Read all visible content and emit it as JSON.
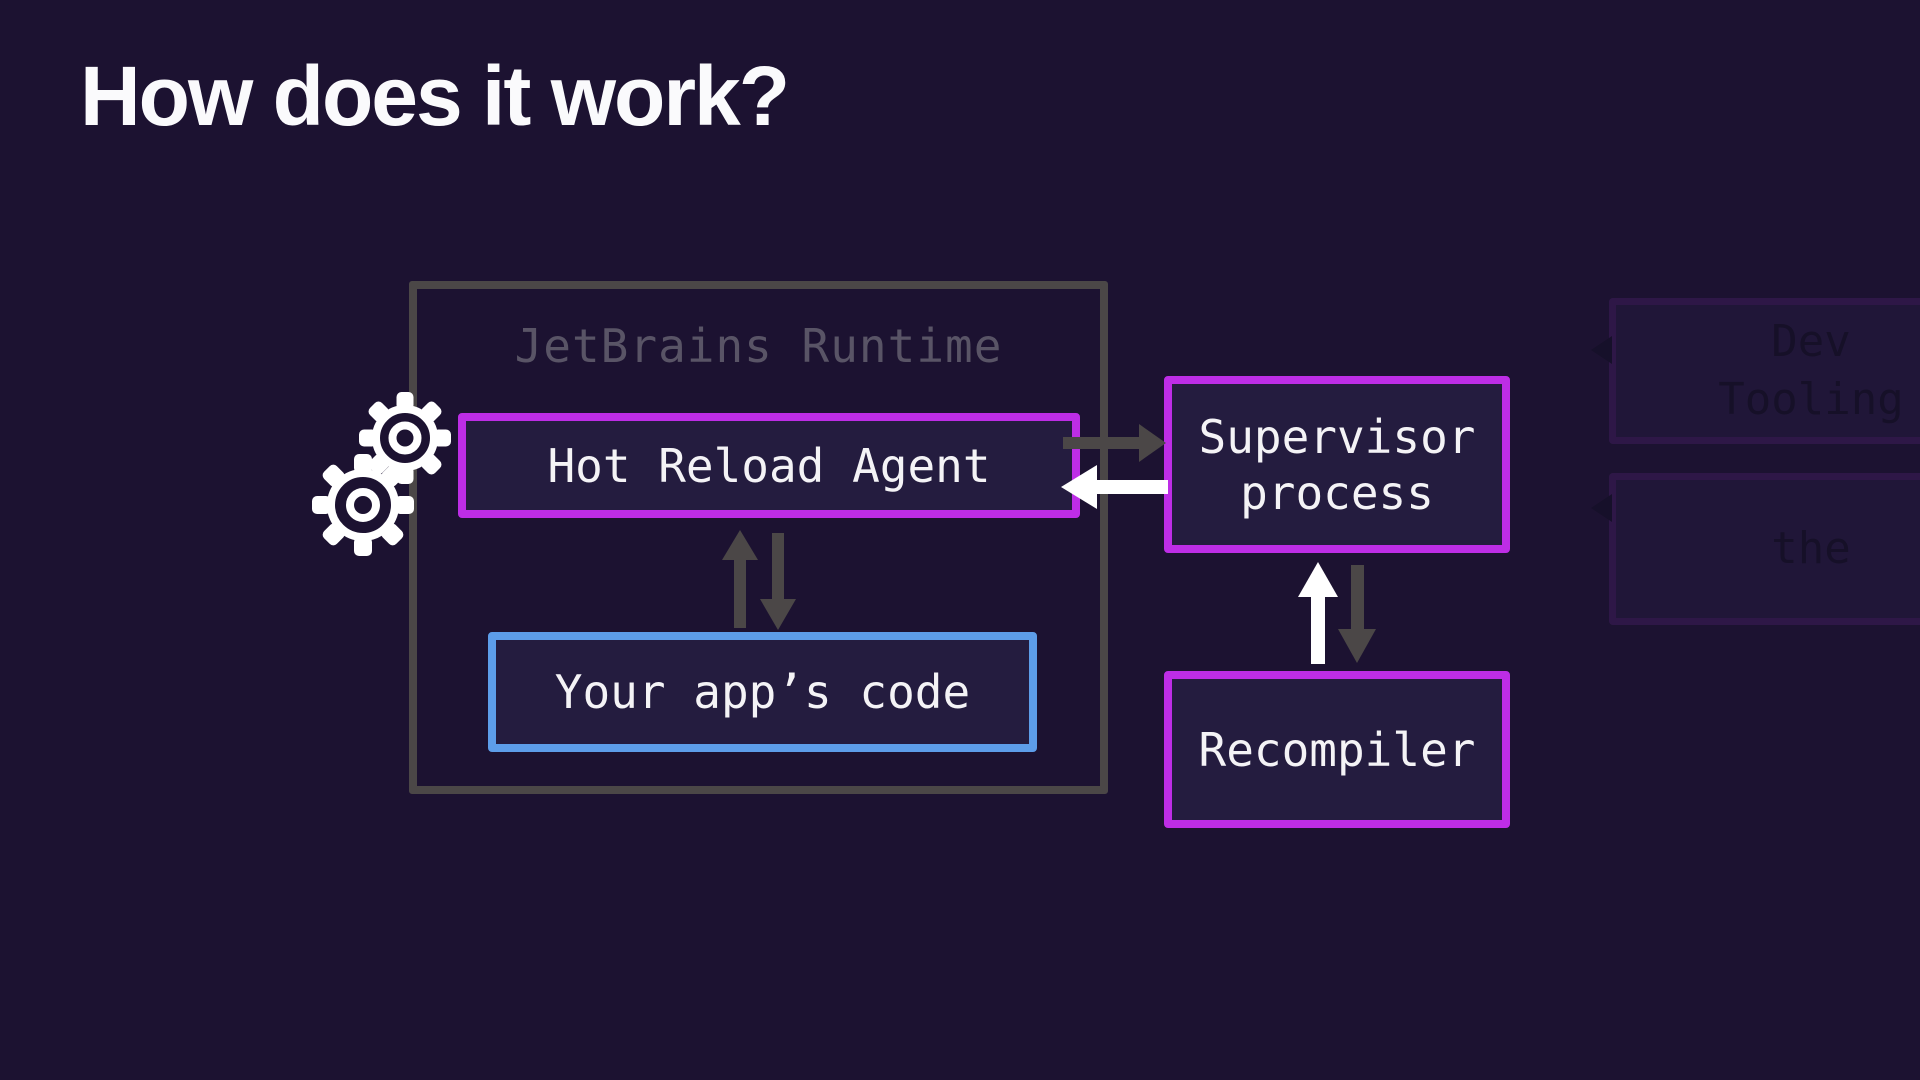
{
  "slide": {
    "title": "How does it work?"
  },
  "runtime": {
    "label": "JetBrains Runtime"
  },
  "nodes": {
    "hot_reload_agent": {
      "label": "Hot Reload Agent",
      "accent": "magenta"
    },
    "your_apps_code": {
      "label": "Your app’s code",
      "accent": "blue"
    },
    "supervisor": {
      "line1": "Supervisor",
      "line2": "process",
      "accent": "magenta"
    },
    "recompiler": {
      "label": "Recompiler",
      "accent": "magenta"
    }
  },
  "ghosts": {
    "dev_tooling": {
      "line1": "Dev",
      "line2": "Tooling"
    },
    "partial": {
      "line1": "the"
    }
  },
  "arrows": [
    {
      "id": "agent-to-supervisor",
      "direction": "right",
      "color": "gray"
    },
    {
      "id": "supervisor-to-agent",
      "direction": "left",
      "color": "white"
    },
    {
      "id": "code-to-agent",
      "direction": "up",
      "color": "gray"
    },
    {
      "id": "agent-to-code",
      "direction": "down",
      "color": "gray"
    },
    {
      "id": "recompiler-to-supervisor",
      "direction": "up",
      "color": "white"
    },
    {
      "id": "supervisor-to-recompiler",
      "direction": "down",
      "color": "gray"
    }
  ],
  "icons": {
    "gears": "gear-icon"
  },
  "colors": {
    "background": "#1c1231",
    "magenta": "#bd2de6",
    "blue": "#5d9de9",
    "gray": "#4b4747",
    "runtime_label": "#595466",
    "node_fill": "#241c3f",
    "white": "#ffffff"
  }
}
